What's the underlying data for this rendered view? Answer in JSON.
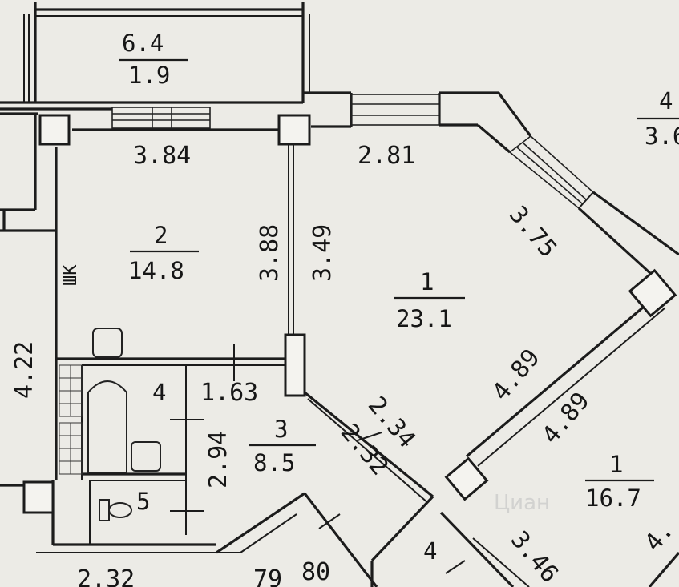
{
  "rooms": [
    {
      "id": "balcony",
      "number": "6.4",
      "area": "1.9"
    },
    {
      "id": "bedroom",
      "number": "2",
      "area": "14.8"
    },
    {
      "id": "living",
      "number": "1",
      "area": "23.1"
    },
    {
      "id": "hall",
      "number": "3",
      "area": "8.5"
    },
    {
      "id": "bath",
      "number": "4",
      "area": ""
    },
    {
      "id": "wc",
      "number": "5",
      "area": ""
    },
    {
      "id": "neighbor-1",
      "number": "1",
      "area": "16.7"
    },
    {
      "id": "neighbor-top-right",
      "number": "4",
      "area": "3.6"
    },
    {
      "id": "neighbor-bottom-room",
      "number": "4",
      "area": ""
    }
  ],
  "dimensions": {
    "bedroom_width": "3.84",
    "bedroom_height": "3.88",
    "living_top": "2.81",
    "living_left": "3.49",
    "living_diagonal": "3.75",
    "living_partition": "4.89",
    "neighbor_partition": "4.89",
    "left_height": "4.22",
    "hall_width": "1.63",
    "hall_height": "2.94",
    "hall_diag_a": "2.34",
    "hall_diag_b": "2.32",
    "bottom_left": "2.32",
    "bottom_a": "79",
    "bottom_b": "80",
    "right_diag": "3.46",
    "right_edge": "4."
  },
  "misc": {
    "closet_mark": "ШК",
    "watermark": "Циан"
  }
}
